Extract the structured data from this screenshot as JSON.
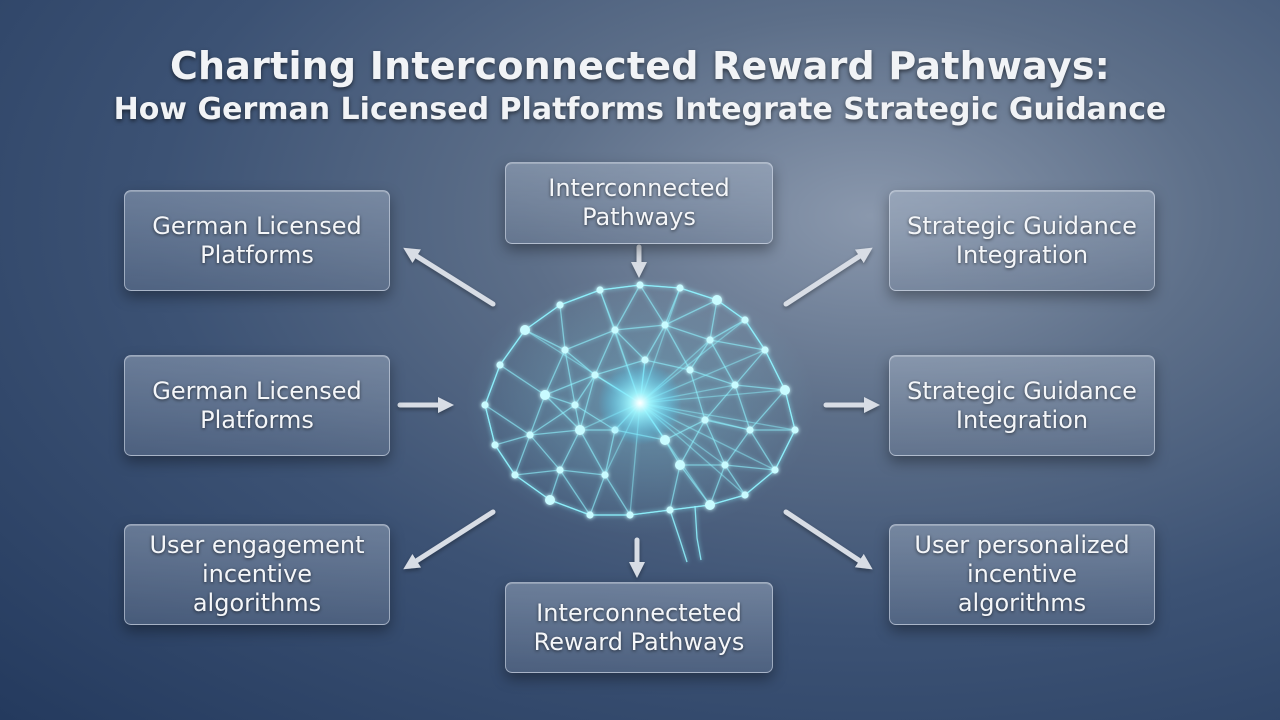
{
  "header": {
    "title": "Charting Interconnected Reward Pathways:",
    "subtitle": "How German Licensed Platforms Integrate Strategic Guidance"
  },
  "nodes": {
    "top_center": "Interconnected\nPathways",
    "left_top": "German Licensed\nPlatforms",
    "left_mid": "German Licensed\nPlatforms",
    "left_bottom": "User engagement\nincentive algorithms",
    "right_top": "Strategic Guidance\nIntegration",
    "right_mid": "Strategic Guidance\nIntegration",
    "right_bottom": "User personalized\nincentive algorithms",
    "bottom_center": "Interconnecteted\nReward Pathways"
  },
  "center_graphic": {
    "icon": "neural-network-brain-icon",
    "glow_color": "#7ff3ff"
  },
  "colors": {
    "arrow": "#d8dde5",
    "box_border": "#dce4f0",
    "text": "#f4f6f9"
  }
}
